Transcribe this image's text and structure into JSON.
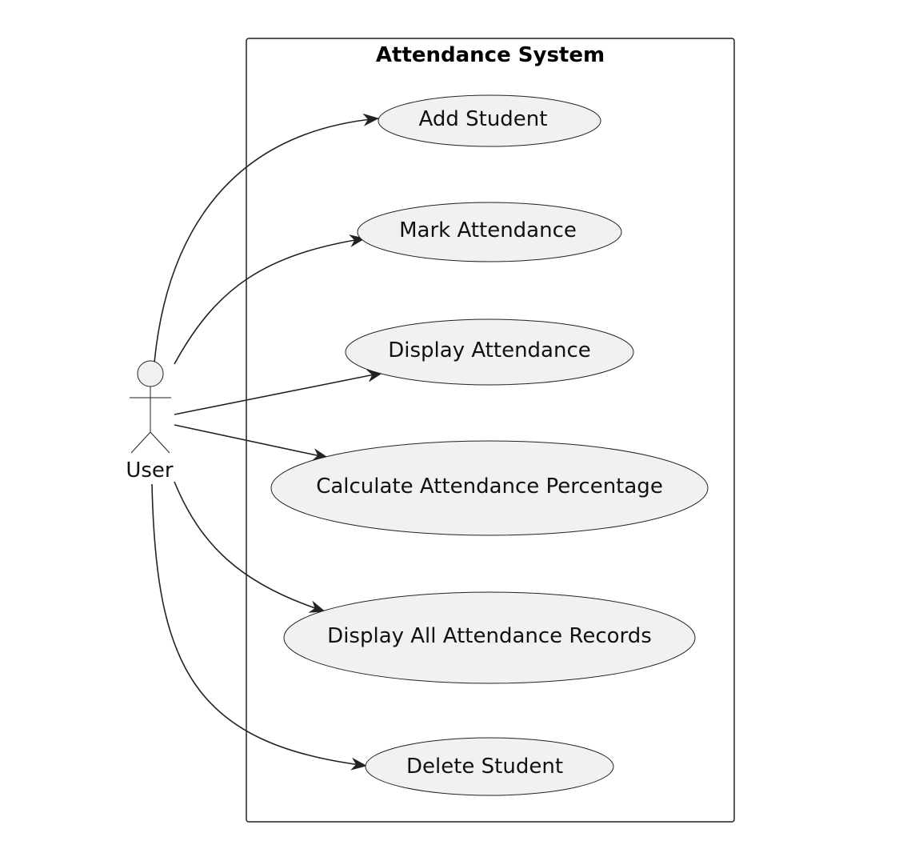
{
  "system": {
    "title": "Attendance System"
  },
  "actor": {
    "name": "User",
    "icon": "stick-figure-actor-icon"
  },
  "use_cases": [
    {
      "id": "add-student",
      "label": "Add Student"
    },
    {
      "id": "mark-attendance",
      "label": "Mark Attendance"
    },
    {
      "id": "display-attendance",
      "label": "Display Attendance"
    },
    {
      "id": "calculate-attendance-percentage",
      "label": "Calculate Attendance Percentage"
    },
    {
      "id": "display-all-attendance-records",
      "label": "Display All Attendance Records"
    },
    {
      "id": "delete-student",
      "label": "Delete Student"
    }
  ],
  "associations": [
    {
      "from": "User",
      "to": "add-student"
    },
    {
      "from": "User",
      "to": "mark-attendance"
    },
    {
      "from": "User",
      "to": "display-attendance"
    },
    {
      "from": "User",
      "to": "calculate-attendance-percentage"
    },
    {
      "from": "User",
      "to": "display-all-attendance-records"
    },
    {
      "from": "User",
      "to": "delete-student"
    }
  ],
  "colors": {
    "use_case_fill": "#f1f1f1",
    "stroke": "#222222",
    "background": "#ffffff"
  }
}
